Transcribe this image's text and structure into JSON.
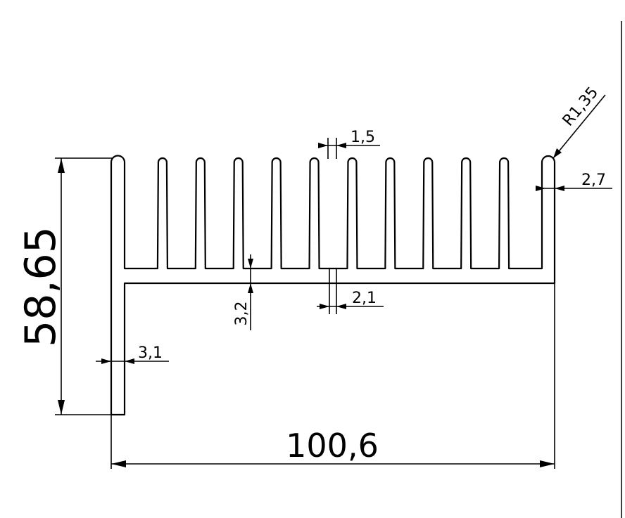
{
  "drawing": {
    "line_color": "#000000",
    "background": "#ffffff"
  },
  "dimensions": {
    "overall_height": "58,65",
    "overall_width": "100,6",
    "fin_tip_width": "1,5",
    "fin_root_width": "2,1",
    "end_fin_width": "2,7",
    "tip_radius": "R1,35",
    "base_thickness": "3,2",
    "wall_thickness": "3,1"
  },
  "profile": {
    "fin_count": 12
  }
}
